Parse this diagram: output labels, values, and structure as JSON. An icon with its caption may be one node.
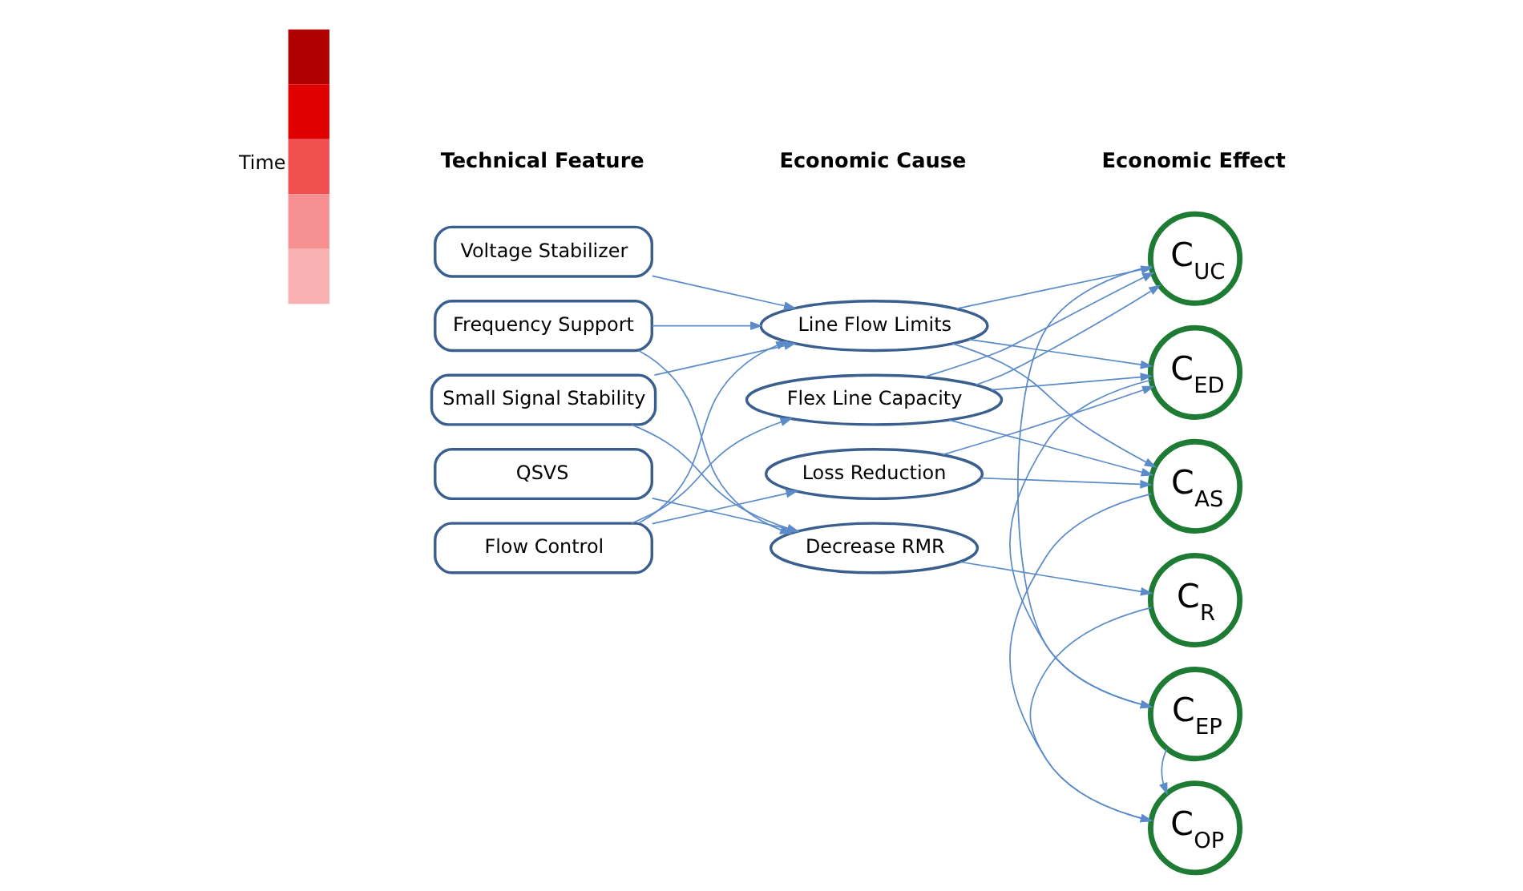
{
  "diagram": {
    "nodes": [
      {
        "text": [
          "Voltage Stabilizer"
        ]
      },
      {
        "text": [
          "Frequency Support"
        ]
      },
      {
        "text": [
          "Small Signal Stability"
        ]
      },
      {
        "text": [
          "QSVS"
        ]
      },
      {
        "text": [
          "Flow Control"
        ]
      },
      {
        "text": [
          "Line Flow Limits"
        ]
      },
      {
        "text": [
          "Flex Line Capacity"
        ]
      },
      {
        "text": [
          "Loss Reduction"
        ]
      },
      {
        "text": [
          "Decrease RMR"
        ]
      },
      {
        "text": [
          "C$_{UC}$"
        ]
      },
      {
        "text": [
          "C$_{ED}$"
        ]
      },
      {
        "text": [
          "C$_{AS}$"
        ]
      },
      {
        "text": [
          "C$_{R}$"
        ]
      },
      {
        "text": [
          "C$_{EP}$"
        ]
      },
      {
        "text": [
          "C$_{OP}$"
        ]
      }
    ],
    "edges": [
      {
        "from": 0,
        "to": 5,
        "arrow": "to"
      },
      {
        "from": 1,
        "to": 5,
        "arrow": "to"
      },
      {
        "from": 1,
        "to": 8,
        "arrow": "to"
      },
      {
        "from": 2,
        "to": 5,
        "arrow": "to"
      },
      {
        "from": 2,
        "to": 8,
        "arrow": "to"
      },
      {
        "from": 3,
        "to": 8,
        "arrow": "to"
      },
      {
        "from": 4,
        "to": 5,
        "arrow": "to"
      },
      {
        "from": 4,
        "to": 6,
        "arrow": "to"
      },
      {
        "from": 4,
        "to": 7,
        "arrow": "to"
      },
      {
        "from": 5,
        "to": 9,
        "arrow": "to"
      },
      {
        "from": 5,
        "to": 10,
        "arrow": "to"
      },
      {
        "from": 5,
        "to": 11,
        "arrow": "to"
      },
      {
        "from": 6,
        "to": 9,
        "arrow": "to"
      },
      {
        "from": 6,
        "to": 9,
        "arrow": "to"
      },
      {
        "from": 6,
        "to": 10,
        "arrow": "to"
      },
      {
        "from": 6,
        "to": 11,
        "arrow": "to"
      },
      {
        "from": 7,
        "to": 10,
        "arrow": "to"
      },
      {
        "from": 7,
        "to": 11,
        "arrow": "to"
      },
      {
        "from": 8,
        "to": 12,
        "arrow": "to"
      },
      {
        "from": 9,
        "to": 13,
        "arrow": "to"
      },
      {
        "from": 10,
        "to": 13,
        "arrow": "to"
      },
      {
        "from": 13,
        "to": 14,
        "arrow": "to"
      },
      {
        "from": 11,
        "to": 14,
        "arrow": "to"
      },
      {
        "from": 12,
        "to": 14,
        "arrow": "to"
      }
    ],
    "labels": [
      "Technical Feature",
      "Economic Cause",
      "Economic Effect",
      "Time"
    ]
  }
}
